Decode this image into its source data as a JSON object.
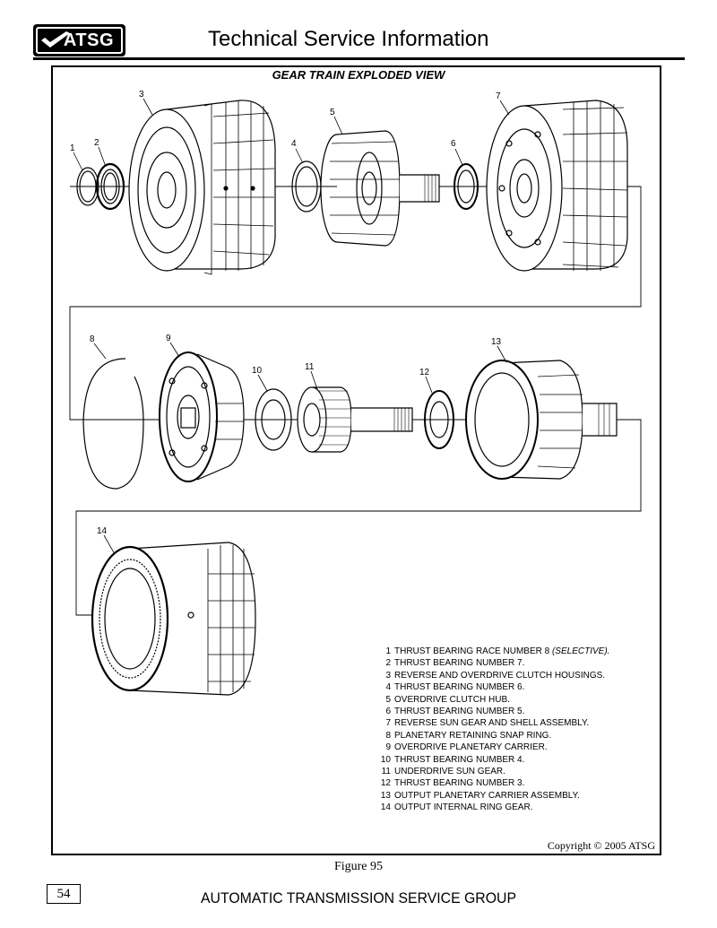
{
  "header": {
    "logo_text": "ATSG",
    "title": "Technical Service Information"
  },
  "figure": {
    "title": "GEAR TRAIN EXPLODED VIEW",
    "caption": "Figure 95",
    "copyright": "Copyright © 2005 ATSG"
  },
  "callouts": [
    "1",
    "2",
    "3",
    "4",
    "5",
    "6",
    "7",
    "8",
    "9",
    "10",
    "11",
    "12",
    "13",
    "14"
  ],
  "parts": [
    {
      "num": "1",
      "name": "THRUST BEARING RACE NUMBER 8",
      "note": "(SELECTIVE)."
    },
    {
      "num": "2",
      "name": "THRUST BEARING NUMBER 7.",
      "note": ""
    },
    {
      "num": "3",
      "name": "REVERSE AND OVERDRIVE CLUTCH HOUSINGS.",
      "note": ""
    },
    {
      "num": "4",
      "name": "THRUST BEARING NUMBER 6.",
      "note": ""
    },
    {
      "num": "5",
      "name": "OVERDRIVE CLUTCH HUB.",
      "note": ""
    },
    {
      "num": "6",
      "name": "THRUST BEARING NUMBER 5.",
      "note": ""
    },
    {
      "num": "7",
      "name": "REVERSE SUN GEAR AND SHELL ASSEMBLY.",
      "note": ""
    },
    {
      "num": "8",
      "name": "PLANETARY RETAINING SNAP RING.",
      "note": ""
    },
    {
      "num": "9",
      "name": "OVERDRIVE PLANETARY CARRIER.",
      "note": ""
    },
    {
      "num": "10",
      "name": "THRUST BEARING NUMBER 4.",
      "note": ""
    },
    {
      "num": "11",
      "name": "UNDERDRIVE SUN GEAR.",
      "note": ""
    },
    {
      "num": "12",
      "name": "THRUST BEARING NUMBER 3.",
      "note": ""
    },
    {
      "num": "13",
      "name": "OUTPUT PLANETARY CARRIER ASSEMBLY.",
      "note": ""
    },
    {
      "num": "14",
      "name": "OUTPUT INTERNAL RING GEAR.",
      "note": ""
    }
  ],
  "footer": {
    "page_number": "54",
    "org": "AUTOMATIC TRANSMISSION SERVICE GROUP"
  }
}
